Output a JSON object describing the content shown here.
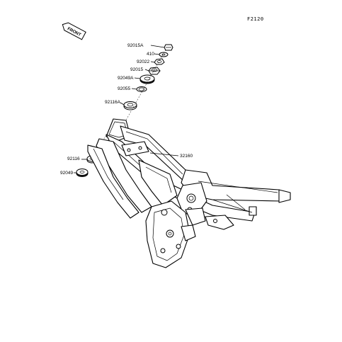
{
  "diagram_code": "F2120",
  "front_indicator": "FRONT",
  "labels": {
    "p92015A": "92015A",
    "p410": "410",
    "p92022": "92022",
    "p92015": "92015",
    "p92049A": "92049A",
    "p92055": "92055",
    "p92116A": "92116A",
    "p32160": "32160",
    "p92116": "92116",
    "p92049": "92049"
  }
}
